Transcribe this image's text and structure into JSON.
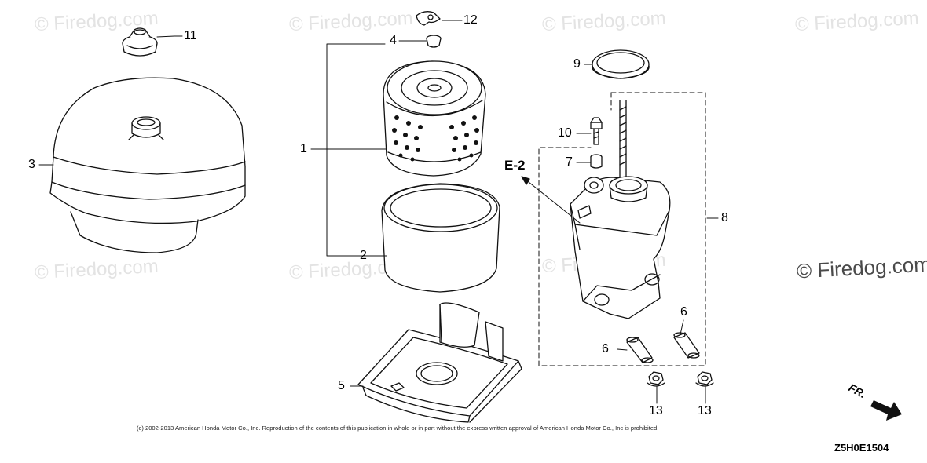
{
  "watermark": {
    "text": "© Firedog.com",
    "text_right_large": "© Firedog.com"
  },
  "callouts": {
    "c1": "1",
    "c2": "2",
    "c3": "3",
    "c4": "4",
    "c5": "5",
    "c6a": "6",
    "c6b": "6",
    "c7": "7",
    "c8": "8",
    "c9": "9",
    "c10": "10",
    "c11": "11",
    "c12": "12",
    "c13a": "13",
    "c13b": "13"
  },
  "reference": "E-2",
  "direction_label": "FR.",
  "copyright": "(c) 2002-2013 American Honda Motor Co., Inc. Reproduction of the contents of this publication in whole or in part without the express written approval of American Honda Motor Co., Inc is prohibited.",
  "diagram_code": "Z5H0E1504"
}
